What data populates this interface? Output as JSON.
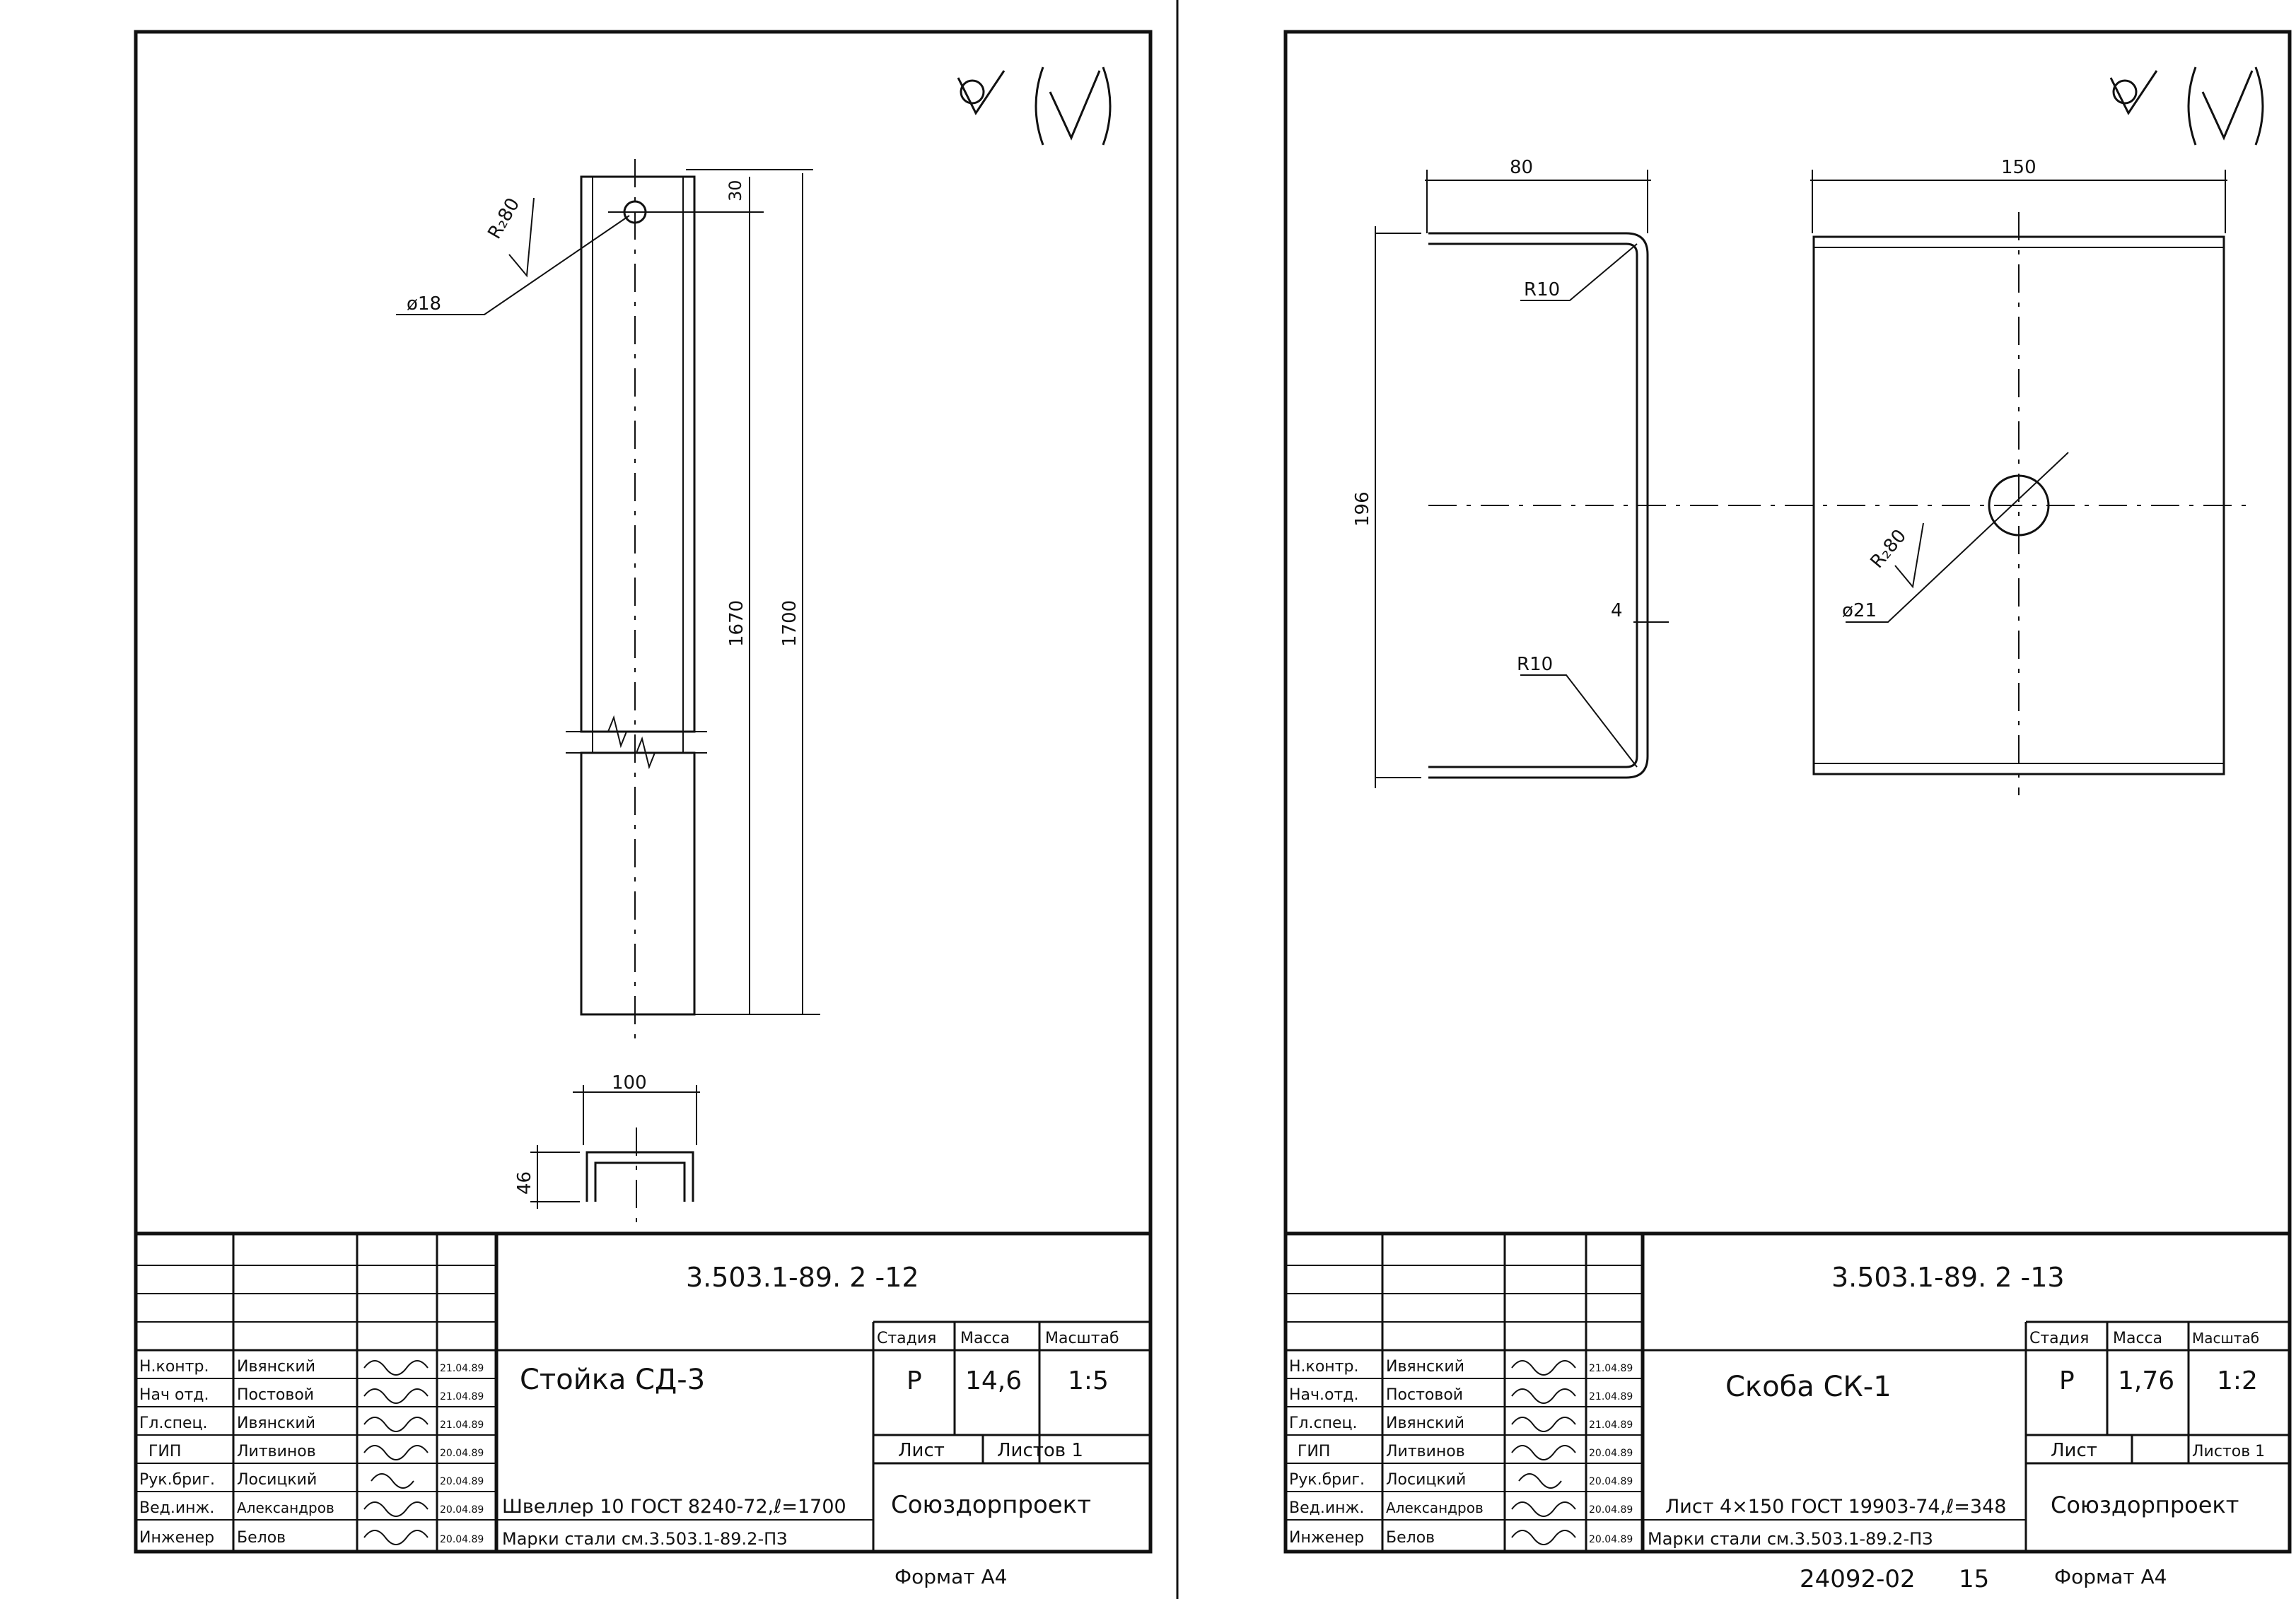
{
  "sheets": [
    {
      "id": "sheet-12",
      "designation": "3.503.1-89. 2 -12",
      "title": "Стойка СД-3",
      "stage_header": "Стадия",
      "mass_header": "Масса",
      "scale_header": "Масштаб",
      "stage": "Р",
      "mass": "14,6",
      "scale": "1:5",
      "sheet_label": "Лист",
      "sheets_label": "Листов 1",
      "material_line1": "Швеллер 10 ГОСТ 8240-72,ℓ=1700",
      "material_line2": "Марки стали см.3.503.1-89.2-ПЗ",
      "organization": "Союздорпроект",
      "format": "Формат А4",
      "surface_mark": "R₂80",
      "dims": {
        "hole": "ø18",
        "top_offset": "30",
        "inner_length": "1670",
        "total_length": "1700",
        "width": "100",
        "height": "46"
      },
      "roles": [
        {
          "role": "Н.контр.",
          "name": "Ивянский",
          "date": "21.04.89"
        },
        {
          "role": "Нач отд.",
          "name": "Постовой",
          "date": "21.04.89"
        },
        {
          "role": "Гл.спец.",
          "name": "Ивянский",
          "date": "21.04.89"
        },
        {
          "role": "ГИП",
          "name": "Литвинов",
          "date": "20.04.89"
        },
        {
          "role": "Рук.бриг.",
          "name": "Лосицкий",
          "date": "20.04.89"
        },
        {
          "role": "Вед.инж.",
          "name": "Александров",
          "date": "20.04.89"
        },
        {
          "role": "Инженер",
          "name": "Белов",
          "date": "20.04.89"
        }
      ]
    },
    {
      "id": "sheet-13",
      "designation": "3.503.1-89. 2 -13",
      "title": "Скоба СК-1",
      "stage_header": "Стадия",
      "mass_header": "Масса",
      "scale_header": "Масштаб",
      "stage": "Р",
      "mass": "1,76",
      "scale": "1:2",
      "sheet_label": "Лист",
      "sheets_label": "Листов 1",
      "material_line1": "Лист 4×150 ГОСТ 19903-74,ℓ=348",
      "material_line2": "Марки стали см.3.503.1-89.2-ПЗ",
      "organization": "Союздорпроект",
      "format": "Формат А4",
      "archive_number": "24092-02",
      "page_number": "15",
      "surface_mark": "R₂80",
      "dims": {
        "flange": "80",
        "width": "150",
        "height": "196",
        "thickness": "4",
        "radius_top": "R10",
        "radius_bottom": "R10",
        "hole": "ø21"
      },
      "roles": [
        {
          "role": "Н.контр.",
          "name": "Ивянский",
          "date": "21.04.89"
        },
        {
          "role": "Нач.отд.",
          "name": "Постовой",
          "date": "21.04.89"
        },
        {
          "role": "Гл.спец.",
          "name": "Ивянский",
          "date": "21.04.89"
        },
        {
          "role": "ГИП",
          "name": "Литвинов",
          "date": "20.04.89"
        },
        {
          "role": "Рук.бриг.",
          "name": "Лосицкий",
          "date": "20.04.89"
        },
        {
          "role": "Вед.инж.",
          "name": "Александров",
          "date": "20.04.89"
        },
        {
          "role": "Инженер",
          "name": "Белов",
          "date": "20.04.89"
        }
      ]
    }
  ]
}
